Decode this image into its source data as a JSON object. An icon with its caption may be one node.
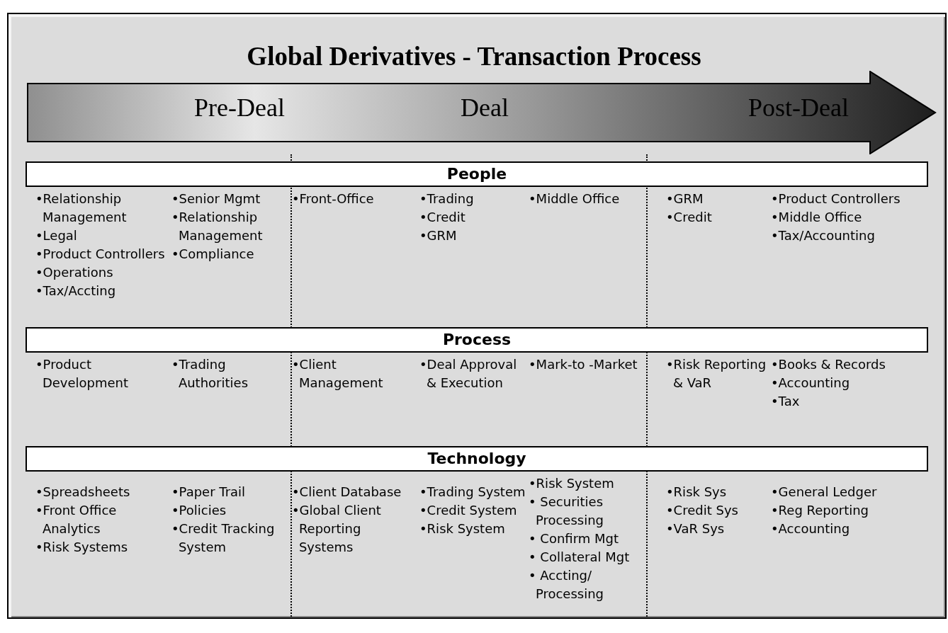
{
  "diagram": {
    "title": "Global Derivatives - Transaction Process",
    "nodes": [
      {
        "text": [
          "Pre-Deal",
          "Deal",
          "Post-Deal"
        ]
      },
      {
        "text": [
          "People"
        ]
      },
      {
        "text": [
          "Process"
        ]
      },
      {
        "text": [
          "Technology"
        ]
      }
    ],
    "edges": [],
    "labels": [
      "•Relationship Management",
      "•Legal",
      "•Product Controllers",
      "•Operations",
      "•Tax/Accting",
      "•Senior Mgmt",
      "•Relationship Management",
      "•Compliance",
      "•Front-Office",
      "•Trading",
      "•Credit",
      "•GRM",
      "•Middle Office",
      "•GRM",
      "•Credit",
      "•Product Controllers",
      "•Middle Office",
      "•Tax/Accounting",
      "•Product Development",
      "•Trading Authorities",
      "•Client Management",
      "•Deal Approval & Execution",
      "•Mark-to -Market",
      "•Risk Reporting & VaR",
      "•Books & Records",
      "•Accounting",
      "•Tax",
      "•Spreadsheets",
      "•Front Office Analytics",
      "•Risk Systems",
      "•Paper Trail",
      "•Policies",
      "•Credit Tracking System",
      "•Client Database",
      "•Global Client Reporting Systems",
      "•Trading System",
      "•Credit System",
      "•Risk System",
      "•Risk System",
      "• Securities Processing",
      "• Confirm Mgt",
      "• Collateral Mgt",
      "• Accting/ Processing",
      "•Risk Sys",
      "•Credit Sys",
      "•VaR Sys",
      "•General Ledger",
      "•Reg Reporting",
      "•Accounting"
    ]
  }
}
